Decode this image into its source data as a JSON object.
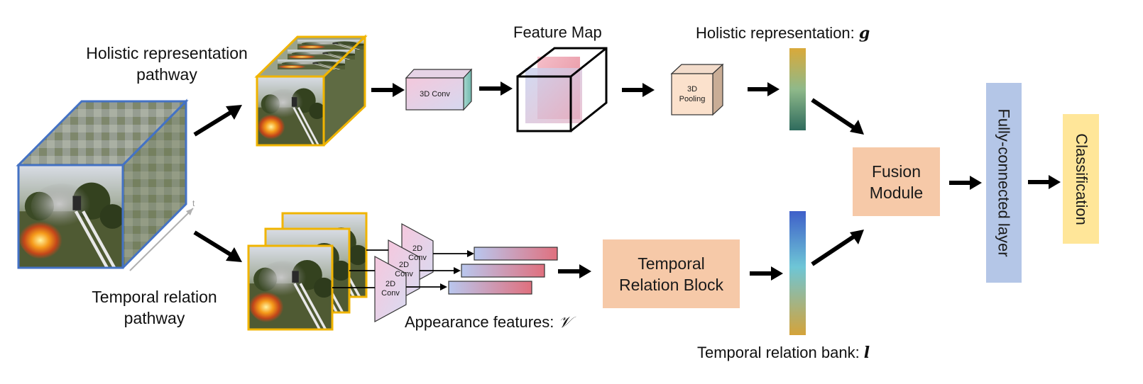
{
  "labels": {
    "holistic_pathway": "Holistic representation pathway",
    "temporal_pathway": "Temporal relation pathway",
    "feature_map": "Feature Map",
    "holistic_repr": "Holistic representation: ",
    "holistic_symbol": "g",
    "appearance": "Appearance features: ",
    "appearance_symbol": "𝒱",
    "relation_bank": "Temporal relation bank: ",
    "relation_symbol": "l",
    "time_axis": "t"
  },
  "blocks": {
    "conv3d": "3D Conv",
    "pool3d_line1": "3D",
    "pool3d_line2": "Pooling",
    "conv2d_line1": "2D",
    "conv2d_line2": "Conv",
    "temporal_block_line1": "Temporal",
    "temporal_block_line2": "Relation Block",
    "fusion_line1": "Fusion",
    "fusion_line2": "Module",
    "fc": "Fully-connected layer",
    "classification": "Classification"
  },
  "colors": {
    "input_cube": "#4472c4",
    "frame_border": "#f0b400",
    "conv3d_front": "#f4cde0",
    "pool3d_front": "#fbe1cc",
    "temporal_block": "#f6c9a8",
    "fusion": "#f6c9a8",
    "fc": "#b4c6e7",
    "classification": "#ffe699",
    "arrow": "#000000"
  }
}
